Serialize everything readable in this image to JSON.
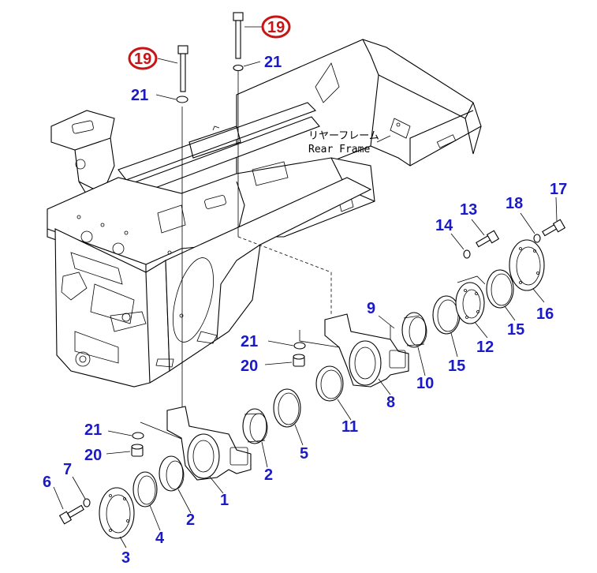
{
  "title_jp": "リヤーフレーム",
  "title_en": "Rear Frame",
  "highlight_color": "#c81414",
  "number_color": "#1a1ac8",
  "callouts": {
    "c1": "1",
    "c2a": "2",
    "c2b": "2",
    "c3": "3",
    "c4": "4",
    "c5": "5",
    "c6": "6",
    "c7": "7",
    "c8": "8",
    "c9": "9",
    "c10": "10",
    "c11": "11",
    "c12": "12",
    "c13": "13",
    "c14": "14",
    "c15a": "15",
    "c15b": "15",
    "c16": "16",
    "c17": "17",
    "c18": "18",
    "c19a": "19",
    "c19b": "19",
    "c20a": "20",
    "c20b": "20",
    "c21a": "21",
    "c21b": "21",
    "c21c": "21",
    "c21d": "21"
  }
}
